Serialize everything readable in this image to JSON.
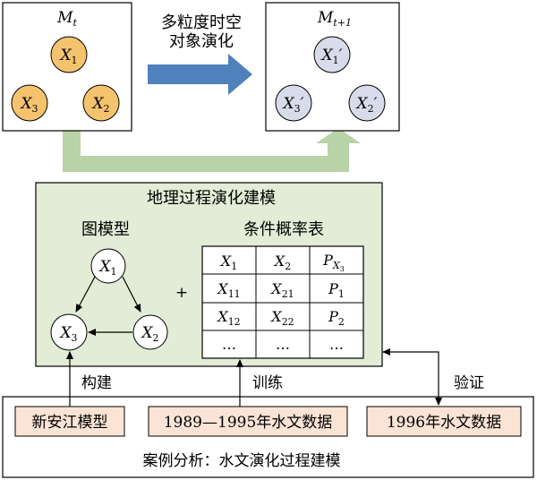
{
  "top": {
    "left_box": {
      "title": "M",
      "title_sub": "t",
      "nodes": [
        "X1",
        "X2",
        "X3"
      ]
    },
    "right_box": {
      "title": "M",
      "title_sub": "t+1",
      "nodes": [
        "X1′",
        "X2′",
        "X3′"
      ]
    },
    "arrow_label_line1": "多粒度时空",
    "arrow_label_line2": "对象演化",
    "colors": {
      "node_t": "#f5c36e",
      "node_t1": "#d8dbea",
      "flow_arrow": "#4f81bd",
      "feedback_arrow": "#b8d3a6"
    }
  },
  "model": {
    "title": "地理过程演化建模",
    "graph_title": "图模型",
    "table_title": "条件概率表",
    "plus": "+",
    "graph_nodes": [
      "X1",
      "X2",
      "X3"
    ],
    "table": [
      [
        "X1",
        "X2",
        "P"
      ],
      [
        "X11",
        "X21",
        "P1"
      ],
      [
        "X12",
        "X22",
        "P2"
      ],
      [
        "…",
        "…",
        "…"
      ]
    ],
    "table_p_sub": "X3",
    "bg_color": "#e2ecd6"
  },
  "links": {
    "build": "构建",
    "train": "训练",
    "verify": "验证"
  },
  "case": {
    "item1": "新安江模型",
    "item2": "1989—1995年水文数据",
    "item3": "1996年水文数据",
    "footer": "案例分析：水文演化过程建模",
    "item_color": "#fbe4d5"
  }
}
